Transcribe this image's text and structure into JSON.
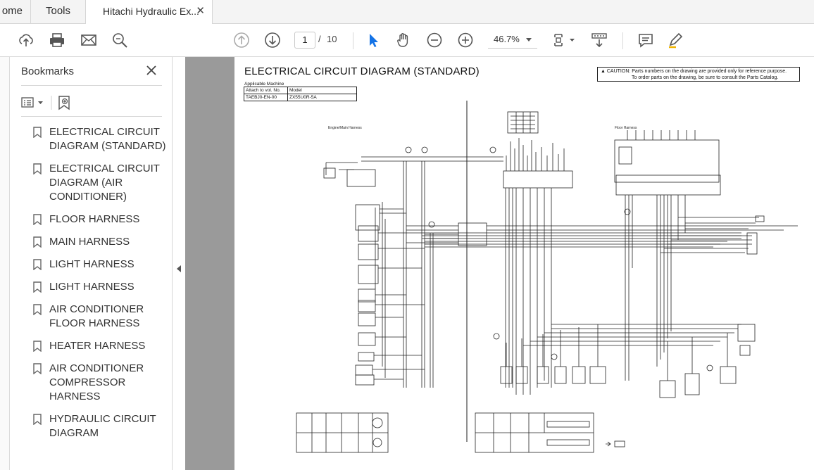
{
  "tabs": {
    "home": "ome",
    "tools": "Tools",
    "document": "Hitachi Hydraulic Ex...",
    "close_glyph": "✕"
  },
  "toolbar": {
    "page_current": "1",
    "page_separator": "/",
    "page_total": "10",
    "zoom": "46.7%",
    "icons": [
      "upload-icon",
      "print-icon",
      "email-icon",
      "search-zoom-icon",
      "prev-page-icon",
      "next-page-icon",
      "select-cursor-icon",
      "hand-tool-icon",
      "zoom-out-icon",
      "zoom-in-icon",
      "page-fit-icon",
      "scroll-mode-icon",
      "comment-icon",
      "highlight-pen-icon"
    ]
  },
  "bookmarks": {
    "title": "Bookmarks",
    "items": [
      "ELECTRICAL CIRCUIT DIAGRAM (STANDARD)",
      "ELECTRICAL CIRCUIT DIAGRAM (AIR CONDITIONER)",
      "FLOOR HARNESS",
      "MAIN HARNESS",
      "LIGHT HARNESS",
      "LIGHT HARNESS",
      "AIR CONDITIONER FLOOR HARNESS",
      "HEATER HARNESS",
      "AIR CONDITIONER COMPRESSOR HARNESS",
      "HYDRAULIC CIRCUIT DIAGRAM"
    ]
  },
  "document": {
    "title": "ELECTRICAL CIRCUIT DIAGRAM (STANDARD)",
    "caution_line1": "CAUTION: Parts numbers on the drawing are provided only for reference purpose.",
    "caution_line2": "To order parts on the drawing, be sure to consult the Parts Catalog.",
    "applicable_label": "Applicable Machine",
    "table_header_left": "Attach to vol. No.",
    "table_header_right": "Model",
    "table_value_left": "TAEBJ0-EN-00",
    "table_value_right": "ZX55U0R-5A",
    "label_engine_harness": "Engine/Main Harness",
    "label_floor_harness": "Floor Harness"
  }
}
